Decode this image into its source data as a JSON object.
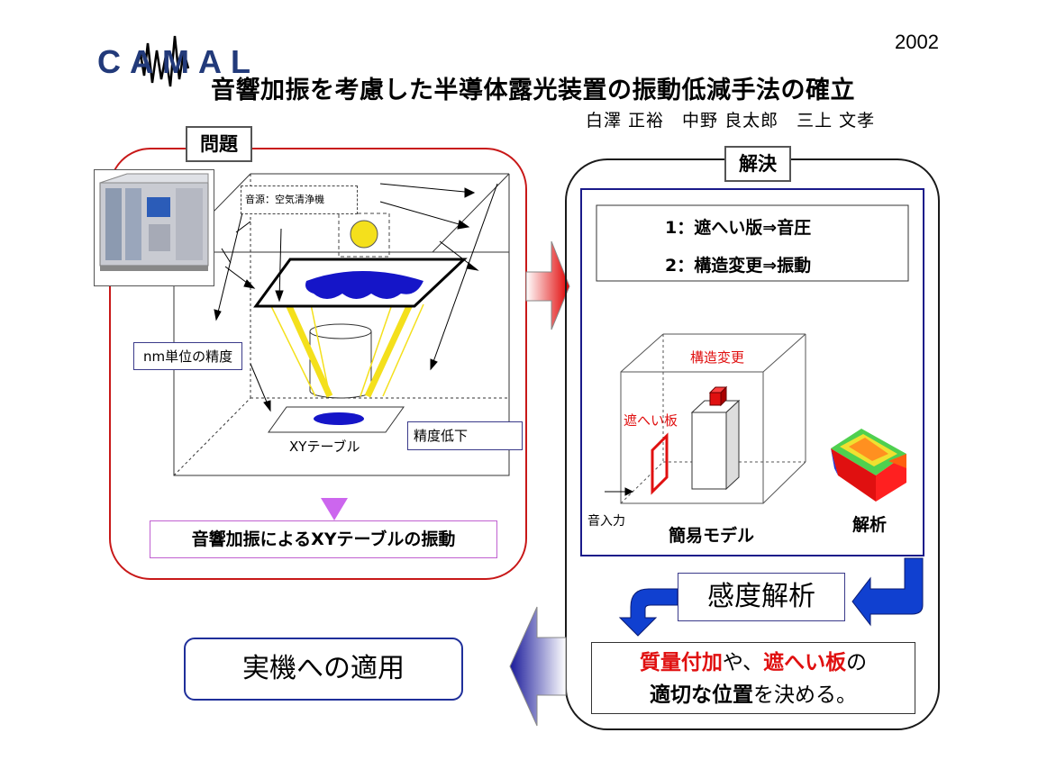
{
  "year": "2002",
  "logo_text": "CAMAL",
  "title": "音響加振を考慮した半導体露光装置の振動低減手法の確立",
  "authors": "白澤 正裕　中野 良太郎　三上 文孝",
  "problem": {
    "label": "問題",
    "sound_source": "音源：空気清浄機",
    "nm_precision": "nm単位の精度",
    "xy_table": "XYテーブル",
    "precision_drop": "精度低下",
    "result": "音響加振によるXYテーブルの振動"
  },
  "solution": {
    "label": "解決",
    "item1": "1：遮へい版⇒音圧",
    "item2": "2：構造変更⇒振動",
    "struct_change": "構造変更",
    "shield": "遮へい板",
    "sound_input": "音入力",
    "simple_model": "簡易モデル",
    "analysis": "解析"
  },
  "sensitivity": "感度解析",
  "conclusion": {
    "part1": "質量付加",
    "part2": "や、",
    "part3": "遮へい板",
    "part4": "の",
    "part5": "適切な位置",
    "part6": "を決める。"
  },
  "application": "実機への適用",
  "colors": {
    "problem_border": "#c81818",
    "solution_border": "#1a1a1a",
    "navy": "#1a1a8a",
    "arrow_red": "#e01010",
    "arrow_blue": "#1040d0",
    "accent_red": "#e01010",
    "yellow": "#f4e01c",
    "purple": "#cc66ee"
  }
}
